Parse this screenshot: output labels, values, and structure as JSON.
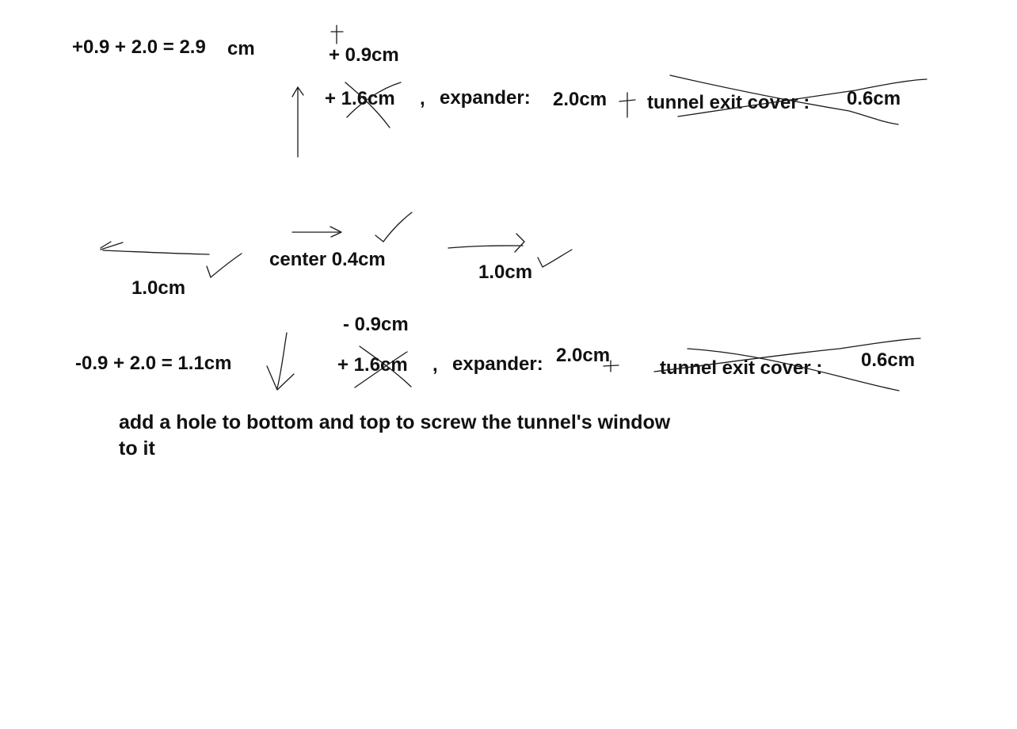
{
  "colors": {
    "background": "#ffffff",
    "ink": "#111111"
  },
  "top": {
    "equation": "+0.9 + 2.0 = 2.9",
    "equation_unit": "cm",
    "offset": "+ 0.9cm",
    "segment_1": "+ 1.6cm",
    "separator": ",",
    "expander_label": "expander:",
    "expander_value": "2.0cm",
    "cover_label": "tunnel exit cover :",
    "cover_value": "0.6cm"
  },
  "middle": {
    "left_value": "1.0cm",
    "center": "center 0.4cm",
    "right_value": "1.0cm"
  },
  "bottom": {
    "offset": "- 0.9cm",
    "equation": "-0.9 + 2.0 = 1.1cm",
    "segment_1": "+ 1.6cm",
    "separator": ",",
    "expander_label": "expander:",
    "expander_value": "2.0cm",
    "cover_label": "tunnel exit cover :",
    "cover_value": "0.6cm"
  },
  "note": "add a hole to bottom and top to screw the tunnel's window to it"
}
